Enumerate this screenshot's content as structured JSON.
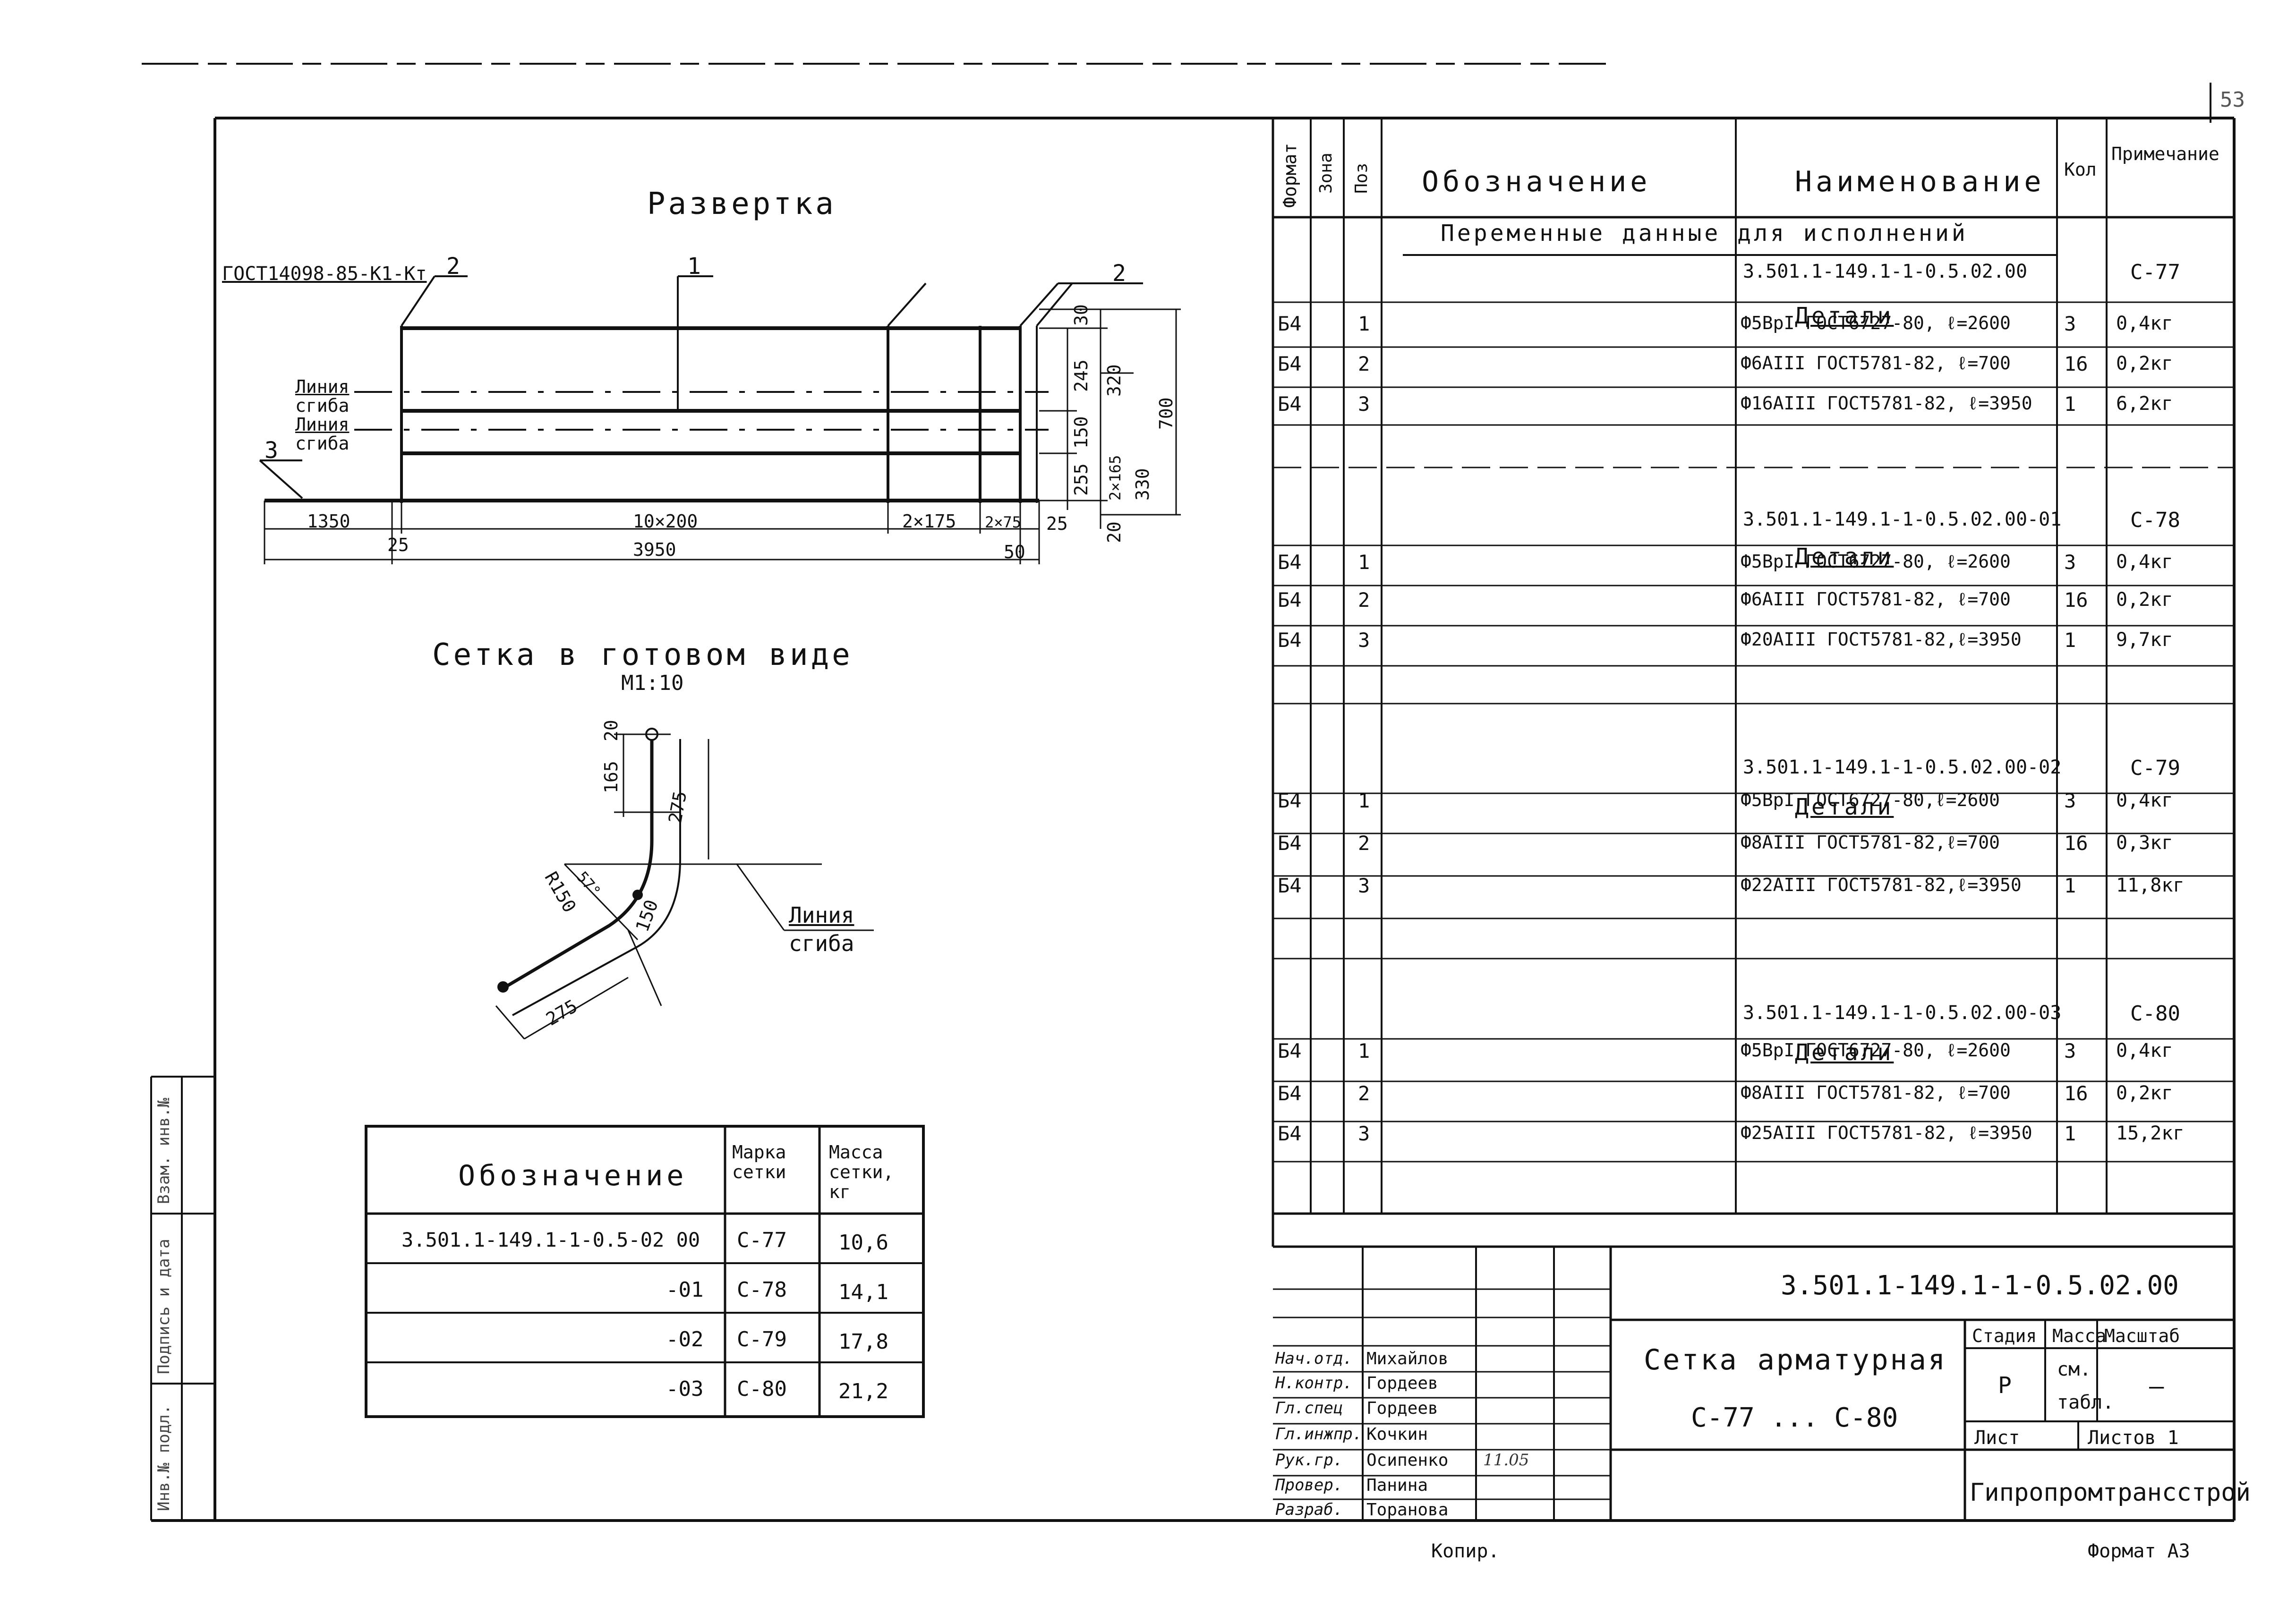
{
  "page_number": "53",
  "drawing": {
    "razvertka_title": "Развертка",
    "gost_label": "ГОСТ14098-85-К1-Кт",
    "pos_labels": [
      "2",
      "1",
      "2",
      "3"
    ],
    "line_label_1a": "Линия",
    "line_label_1b": "сгиба",
    "line_label_2a": "Линия",
    "line_label_2b": "сгиба",
    "dims_bottom": [
      "1350",
      "25",
      "10×200",
      "2×175",
      "2×75",
      "25",
      "3950",
      "50"
    ],
    "dims_right": [
      "30",
      "245",
      "320",
      "150",
      "700",
      "255",
      "2×165",
      "330",
      "20"
    ],
    "setka_title": "Сетка в готовом виде",
    "scale": "М1:10",
    "bend_dims": [
      "20",
      "165",
      "275",
      "R150",
      "57°",
      "150",
      "275"
    ],
    "bend_line_label_a": "Линия",
    "bend_line_label_b": "сгиба"
  },
  "left_table": {
    "headers": [
      "Обозначение",
      "Марка сетки",
      "Масса сетки, кг"
    ],
    "rows": [
      {
        "code": "3.501.1-149.1-1-0.5-02 00",
        "mark": "С-77",
        "mass": "10,6"
      },
      {
        "code": "-01",
        "mark": "С-78",
        "mass": "14,1"
      },
      {
        "code": "-02",
        "mark": "С-79",
        "mass": "17,8"
      },
      {
        "code": "-03",
        "mark": "С-80",
        "mass": "21,2"
      }
    ]
  },
  "spec_table": {
    "headers": {
      "format": "Формат",
      "zone": "Зона",
      "pos": "Поз",
      "designation": "Обозначение",
      "name": "Наименование",
      "qty": "Кол",
      "note": "Примечание"
    },
    "variable_data_title": "Переменные данные для исполнений",
    "details_label": "Детали",
    "groups": [
      {
        "code": "3.501.1-149.1-1-0.5.02.00",
        "note": "С-77",
        "items": [
          {
            "format": "Б4",
            "pos": "1",
            "name": "Ф5ВрI ГОСТ6727-80, ℓ=2600",
            "qty": "3",
            "note": "0,4кг"
          },
          {
            "format": "Б4",
            "pos": "2",
            "name": "Ф6АIII ГОСТ5781-82, ℓ=700",
            "qty": "16",
            "note": "0,2кг"
          },
          {
            "format": "Б4",
            "pos": "3",
            "name": "Ф16АIII ГОСТ5781-82, ℓ=3950",
            "qty": "1",
            "note": "6,2кг"
          }
        ]
      },
      {
        "code": "3.501.1-149.1-1-0.5.02.00-01",
        "note": "С-78",
        "items": [
          {
            "format": "Б4",
            "pos": "1",
            "name": "Ф5ВрI ГОСТ6727-80, ℓ=2600",
            "qty": "3",
            "note": "0,4кг"
          },
          {
            "format": "Б4",
            "pos": "2",
            "name": "Ф6АIII ГОСТ5781-82, ℓ=700",
            "qty": "16",
            "note": "0,2кг"
          },
          {
            "format": "Б4",
            "pos": "3",
            "name": "Ф20АIII ГОСТ5781-82,ℓ=3950",
            "qty": "1",
            "note": "9,7кг"
          }
        ]
      },
      {
        "code": "3.501.1-149.1-1-0.5.02.00-02",
        "note": "С-79",
        "items": [
          {
            "format": "Б4",
            "pos": "1",
            "name": "Ф5ВрI ГОСТ6727-80,ℓ=2600",
            "qty": "3",
            "note": "0,4кг"
          },
          {
            "format": "Б4",
            "pos": "2",
            "name": "Ф8АIII ГОСТ5781-82,ℓ=700",
            "qty": "16",
            "note": "0,3кг"
          },
          {
            "format": "Б4",
            "pos": "3",
            "name": "Ф22АIII ГОСТ5781-82,ℓ=3950",
            "qty": "1",
            "note": "11,8кг"
          }
        ]
      },
      {
        "code": "3.501.1-149.1-1-0.5.02.00-03",
        "note": "С-80",
        "items": [
          {
            "format": "Б4",
            "pos": "1",
            "name": "Ф5ВрI ГОСТ6727-80, ℓ=2600",
            "qty": "3",
            "note": "0,4кг"
          },
          {
            "format": "Б4",
            "pos": "2",
            "name": "Ф8АIII ГОСТ5781-82, ℓ=700",
            "qty": "16",
            "note": "0,2кг"
          },
          {
            "format": "Б4",
            "pos": "3",
            "name": "Ф25АIII ГОСТ5781-82, ℓ=3950",
            "qty": "1",
            "note": "15,2кг"
          }
        ]
      }
    ]
  },
  "title_block": {
    "doc_code": "3.501.1-149.1-1-0.5.02.00",
    "title_line1": "Сетка арматурная",
    "title_line2": "С-77 ... С-80",
    "stage_header": "Стадия",
    "mass_header": "Масса",
    "scale_header": "Масштаб",
    "stage_value": "Р",
    "mass_value_1": "см.",
    "mass_value_2": "табл.",
    "scale_value": "—",
    "sheet_label": "Лист",
    "sheets_label": "Листов 1",
    "organization": "Гипропромтрансстрой",
    "roles": [
      {
        "role": "Нач.отд.",
        "name": "Михайлов"
      },
      {
        "role": "Н.контр.",
        "name": "Гордеев"
      },
      {
        "role": "Гл.спец",
        "name": "Гордеев"
      },
      {
        "role": "Гл.инжпр.",
        "name": "Кочкин"
      },
      {
        "role": "Рук.гр.",
        "name": "Осипенко",
        "date": "11.05"
      },
      {
        "role": "Провер.",
        "name": "Панина"
      },
      {
        "role": "Разраб.",
        "name": "Торанова"
      }
    ]
  },
  "side_stamp": {
    "cells": [
      "Инв.№ подл.",
      "Подпись и дата",
      "Взам. инв.№"
    ]
  },
  "footer": {
    "copied": "Копир.",
    "format": "Формат А3"
  }
}
